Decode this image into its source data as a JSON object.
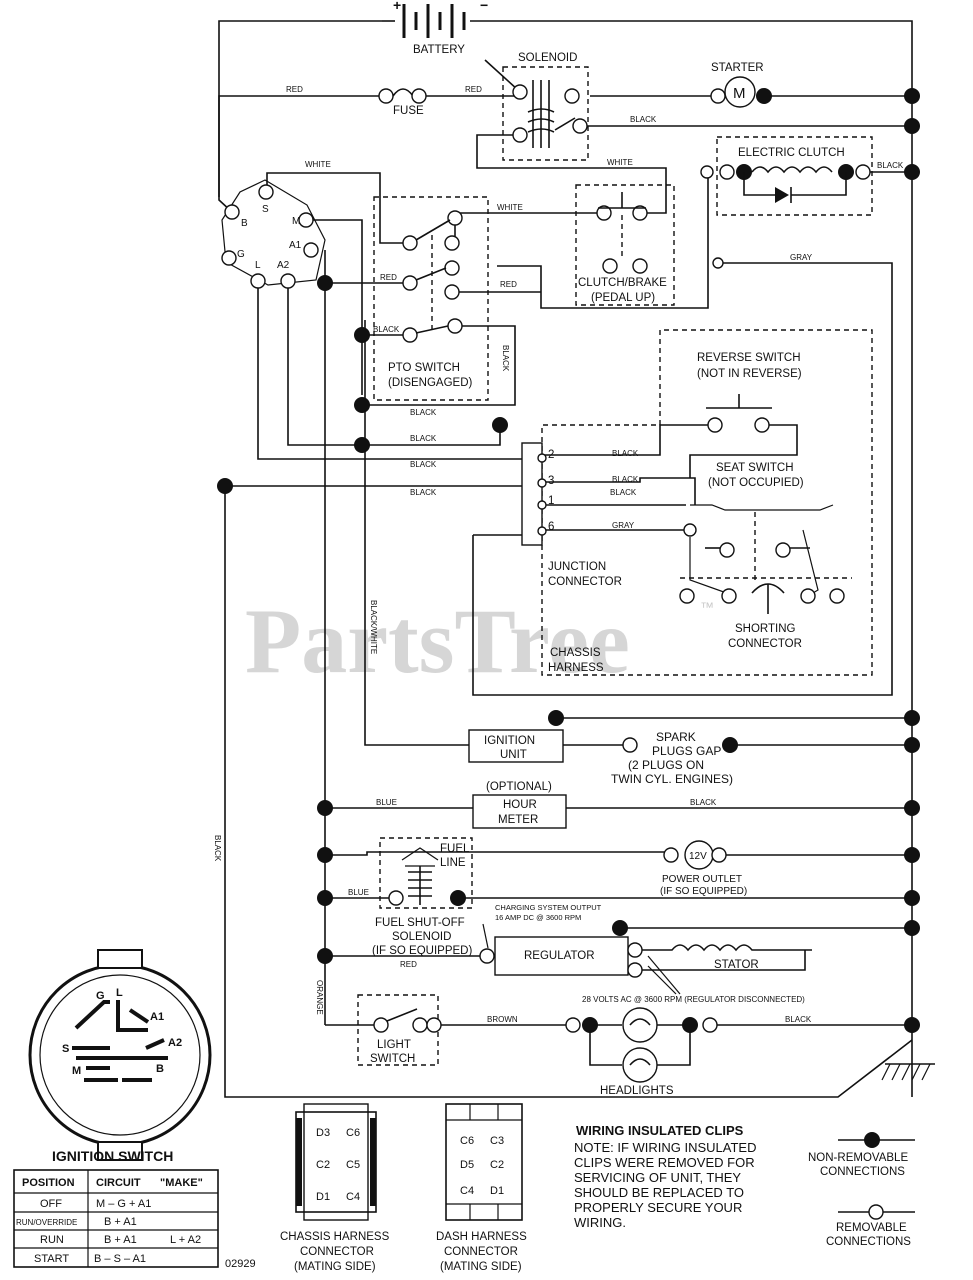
{
  "watermark": "PartsTree",
  "trademark": "™",
  "battery": {
    "label": "BATTERY",
    "pos": "+",
    "neg": "−"
  },
  "solenoid": "SOLENOID",
  "starter": {
    "label": "STARTER",
    "symbol": "M"
  },
  "fuse": "FUSE",
  "electric_clutch": "ELECTRIC CLUTCH",
  "clutch_brake": [
    "CLUTCH/BRAKE",
    "(PEDAL UP)"
  ],
  "pto_switch": [
    "PTO SWITCH",
    "(DISENGAGED)"
  ],
  "reverse_switch": [
    "REVERSE SWITCH",
    "(NOT IN REVERSE)"
  ],
  "seat_switch": [
    "SEAT SWITCH",
    "(NOT OCCUPIED)"
  ],
  "junction": [
    "JUNCTION",
    "CONNECTOR"
  ],
  "chassis_harness": [
    "CHASSIS",
    "HARNESS"
  ],
  "shorting": [
    "SHORTING",
    "CONNECTOR"
  ],
  "ignition_unit": [
    "IGNITION",
    "UNIT"
  ],
  "spark": [
    "SPARK",
    "PLUGS GAP",
    "(2 PLUGS ON",
    "TWIN CYL. ENGINES)"
  ],
  "hour_meter": [
    "(OPTIONAL)",
    "HOUR",
    "METER"
  ],
  "fuel_line": [
    "FUEL",
    "LINE"
  ],
  "power_outlet": {
    "symbol": "12V",
    "lines": [
      "POWER OUTLET",
      "(IF SO EQUIPPED)"
    ]
  },
  "fuel_solenoid": [
    "FUEL SHUT-OFF",
    "SOLENOID",
    "(IF SO EQUIPPED)"
  ],
  "charging": [
    "CHARGING SYSTEM OUTPUT",
    "16 AMP DC @ 3600 RPM"
  ],
  "regulator": "REGULATOR",
  "stator": "STATOR",
  "ac_note": "28 VOLTS AC @ 3600 RPM (REGULATOR DISCONNECTED)",
  "light_switch": [
    "LIGHT",
    "SWITCH"
  ],
  "headlights": "HEADLIGHTS",
  "ignition_terminals": [
    "B",
    "S",
    "M",
    "G",
    "L",
    "A2",
    "A1"
  ],
  "junction_pins": [
    "2",
    "3",
    "1",
    "6"
  ],
  "wires": {
    "red": "RED",
    "white": "WHITE",
    "black": "BLACK",
    "gray": "GRAY",
    "blue": "BLUE",
    "orange": "ORANGE",
    "brown": "BROWN",
    "black_white": "BLACK/WHITE"
  },
  "ignition_switch": {
    "title": "IGNITION SWITCH",
    "face_labels": [
      "G",
      "L",
      "A1",
      "A2",
      "S",
      "M",
      "B"
    ],
    "table": {
      "headers": [
        "POSITION",
        "CIRCUIT",
        "\"MAKE\""
      ],
      "rows": [
        [
          "OFF",
          "M – G + A1",
          ""
        ],
        [
          "RUN/OVERRIDE",
          "B + A1",
          ""
        ],
        [
          "RUN",
          "B + A1",
          "L + A2"
        ],
        [
          "START",
          "B – S – A1",
          ""
        ]
      ]
    }
  },
  "chassis_connector": {
    "pins": [
      "D3",
      "C6",
      "C2",
      "C5",
      "D1",
      "C4"
    ],
    "caption": [
      "CHASSIS HARNESS",
      "CONNECTOR",
      "(MATING SIDE)"
    ]
  },
  "dash_connector": {
    "pins": [
      "C6",
      "C3",
      "D5",
      "C2",
      "C4",
      "D1"
    ],
    "caption": [
      "DASH HARNESS",
      "CONNECTOR",
      "(MATING SIDE)"
    ]
  },
  "diagram_number": "02929",
  "clips_note": {
    "title": "WIRING INSULATED CLIPS",
    "lines": [
      "NOTE: IF WIRING INSULATED",
      "CLIPS WERE REMOVED FOR",
      "SERVICING OF UNIT, THEY",
      "SHOULD BE REPLACED TO",
      "PROPERLY SECURE YOUR",
      "WIRING."
    ]
  },
  "legend": {
    "non_removable": [
      "NON-REMOVABLE",
      "CONNECTIONS"
    ],
    "removable": [
      "REMOVABLE",
      "CONNECTIONS"
    ]
  }
}
